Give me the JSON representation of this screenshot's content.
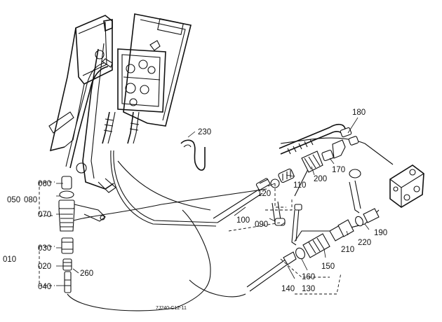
{
  "callouts": {
    "c010": "010",
    "c020": "020",
    "c030": "030",
    "c040": "040",
    "c050": "050",
    "c060": "060",
    "c070": "070",
    "c080": "080",
    "c090": "090",
    "c100": "100",
    "c110": "110",
    "c120": "120",
    "c130": "130",
    "c140": "140",
    "c150": "150",
    "c160": "160",
    "c170": "170",
    "c180": "180",
    "c190": "190",
    "c200": "200",
    "c210": "210",
    "c220": "220",
    "c230": "230",
    "c260": "260"
  },
  "drawing_code": "7J240-C12-11"
}
